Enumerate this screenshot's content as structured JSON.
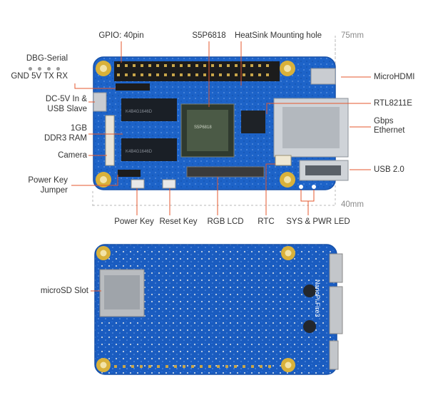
{
  "diagram": {
    "colors": {
      "pcb": "#1d63c8",
      "pcb_edge": "#1650a8",
      "pad_gold": "#d9b13a",
      "leader": "#e4572e",
      "dim_line": "#b9b9b9",
      "text": "#333333"
    },
    "top_labels": {
      "gpio": "GPIO: 40pin",
      "soc": "S5P6818",
      "heatsink": "HeatSink Mounting hole",
      "width_dim": "75mm"
    },
    "left_labels": {
      "debug_serial": "DBG-Serial",
      "debug_pins": "GND 5V TX RX",
      "dc_in_line1": "DC-5V In &",
      "dc_in_line2": "USB Slave",
      "ram_line1": "1GB",
      "ram_line2": "DDR3 RAM",
      "camera": "Camera",
      "power_jumper_line1": "Power Key",
      "power_jumper_line2": "Jumper",
      "microsd": "microSD Slot"
    },
    "right_labels": {
      "microhdmi": "MicroHDMI",
      "phy": "RTL8211E",
      "ethernet_line1": "Gbps",
      "ethernet_line2": "Ethernet",
      "usb": "USB 2.0",
      "height_dim": "40mm"
    },
    "bottom_labels": {
      "power_key": "Power Key",
      "reset_key": "Reset Key",
      "rgb_lcd": "RGB LCD",
      "rtc": "RTC",
      "leds": "SYS & PWR LED"
    },
    "silkscreen": {
      "board_name": "NanoPi Fire3",
      "chip_text": "S5P6818"
    }
  }
}
